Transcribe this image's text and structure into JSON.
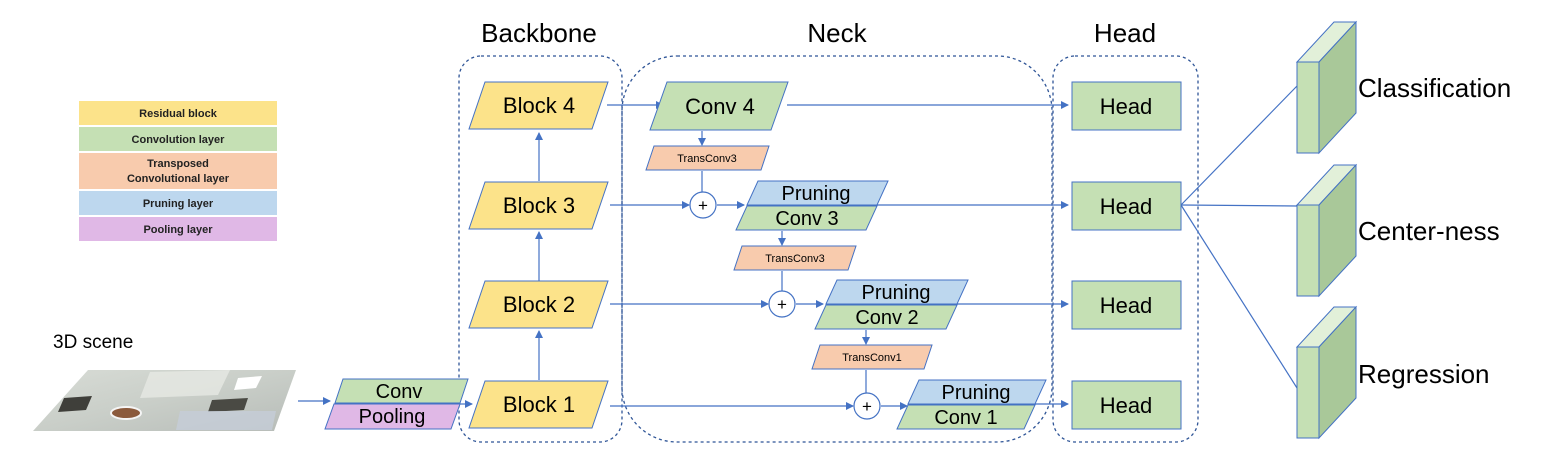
{
  "sections": {
    "backbone": "Backbone",
    "neck": "Neck",
    "head": "Head"
  },
  "legend": {
    "residual": "Residual block",
    "conv": "Convolution layer",
    "transposed_1": "Transposed",
    "transposed_2": "Convolutional layer",
    "pruning": "Pruning layer",
    "pooling": "Pooling layer"
  },
  "scene": {
    "label": "3D scene"
  },
  "stem": {
    "conv": "Conv",
    "pooling": "Pooling"
  },
  "backbone_blocks": {
    "b1": "Block 1",
    "b2": "Block 2",
    "b3": "Block 3",
    "b4": "Block 4"
  },
  "neck": {
    "conv4": "Conv 4",
    "transconv3_a": "TransConv3",
    "transconv3_b": "TransConv3",
    "transconv1": "TransConv1",
    "pruning": "Pruning",
    "conv3": "Conv 3",
    "conv2": "Conv 2",
    "conv1": "Conv 1",
    "plus": "+"
  },
  "heads": {
    "h1": "Head",
    "h2": "Head",
    "h3": "Head",
    "h4": "Head"
  },
  "outputs": {
    "classification": "Classification",
    "centerness": "Center-ness",
    "regression": "Regression"
  },
  "colors": {
    "residual": "#fce38a",
    "conv": "#c5e0b4",
    "transposed": "#f8cbad",
    "pruning": "#bdd7ee",
    "pooling": "#e0b8e6",
    "arrow": "#4472c4",
    "dashed": "#2f5597"
  }
}
